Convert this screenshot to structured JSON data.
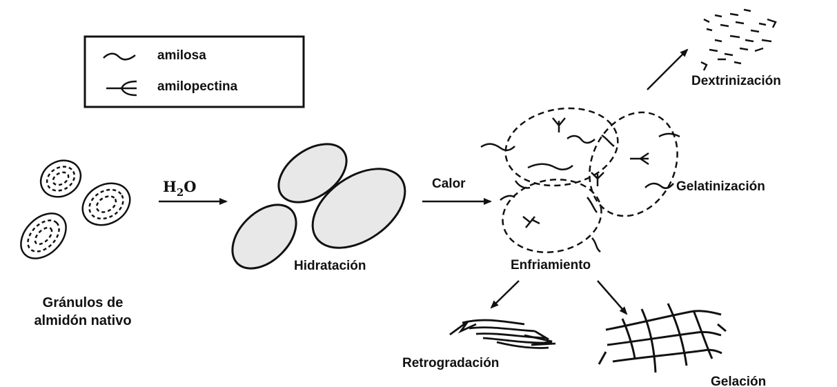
{
  "legend": {
    "amylose_label": "amilosa",
    "amylopectin_label": "amilopectina"
  },
  "stages": {
    "native_line1": "Gránulos de",
    "native_line2": "almidón nativo",
    "water_label_H": "H",
    "water_label_sub": "2",
    "water_label_O": "O",
    "hydration": "Hidratación",
    "heat": "Calor",
    "dextrinization": "Dextrinización",
    "gelatinization": "Gelatinización",
    "cooling": "Enfriamiento",
    "retrogradation": "Retrogradación",
    "gelation": "Gelación"
  },
  "colors": {
    "ink": "#111111",
    "granule_fill": "#e8e8e8",
    "background": "#ffffff"
  }
}
